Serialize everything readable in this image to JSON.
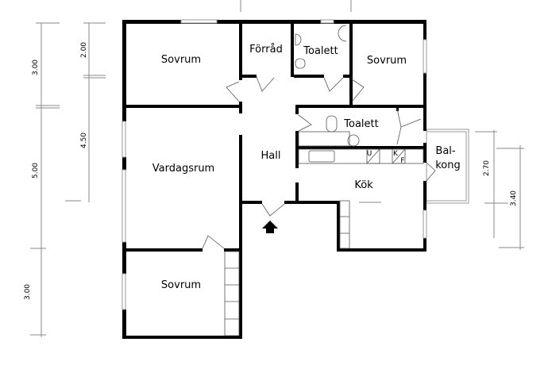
{
  "rooms": {
    "sovrum_nw": "Sovrum",
    "forrad": "Förråd",
    "toalett_n": "Toalett",
    "sovrum_ne": "Sovrum",
    "toalett_mid": "Toalett",
    "hall": "Hall",
    "vardagsrum": "Vardagsrum",
    "balkong_1": "Bal-",
    "balkong_2": "kong",
    "kok": "Kök",
    "sovrum_sw": "Sovrum"
  },
  "appliances": {
    "u": "U",
    "k": "K",
    "f": "F"
  },
  "dimensions": {
    "left_outer_top": "3.00",
    "left_outer_mid": "5.00",
    "left_outer_bottom": "3.00",
    "left_inner_top": "2.00",
    "left_inner_mid": "4.50",
    "right_balcony": "2.70",
    "right_kitchen": "3.40"
  }
}
